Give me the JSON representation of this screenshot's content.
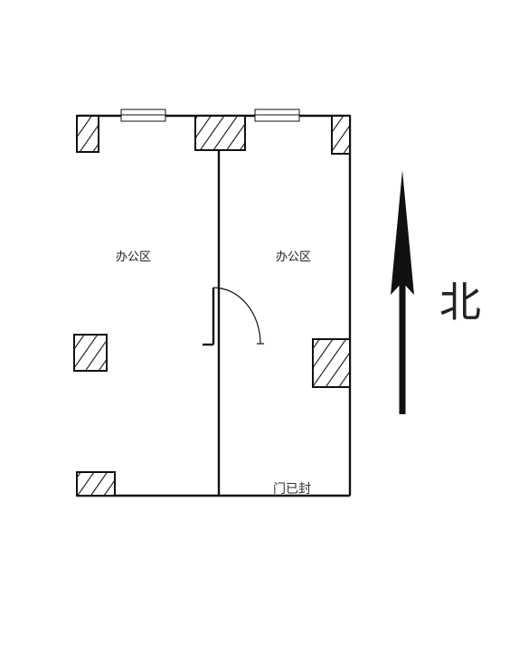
{
  "plan": {
    "rooms": [
      {
        "label": "办公区"
      },
      {
        "label": "办公区"
      }
    ],
    "door_note": "门已封",
    "north_label": "北"
  },
  "colors": {
    "wall": "#111111",
    "window_fill": "#ffffff",
    "background": "#ffffff"
  }
}
